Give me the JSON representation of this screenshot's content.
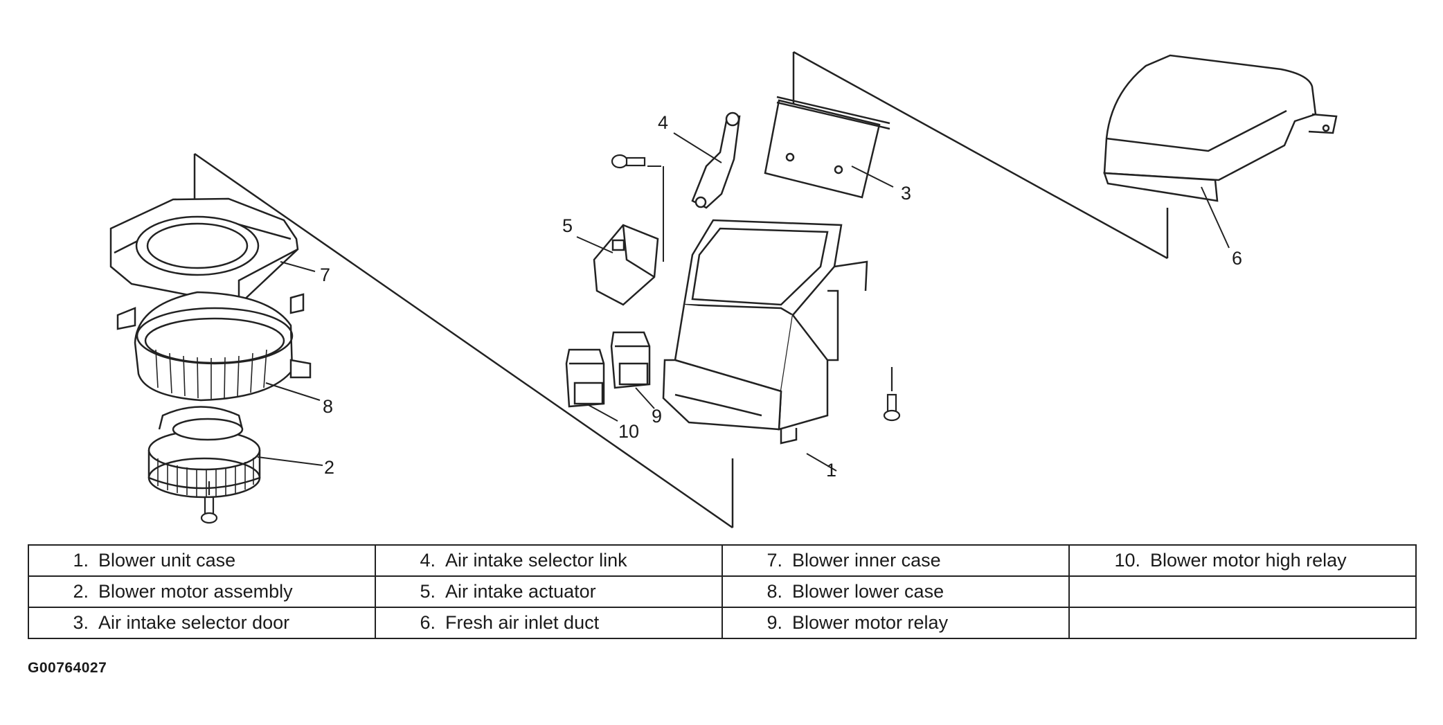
{
  "callouts": {
    "c1": "1",
    "c2": "2",
    "c3": "3",
    "c4": "4",
    "c5": "5",
    "c6": "6",
    "c7": "7",
    "c8": "8",
    "c9": "9",
    "c10": "10"
  },
  "legend": {
    "rows": [
      [
        {
          "num": "1.",
          "label": "Blower unit case"
        },
        {
          "num": "4.",
          "label": "Air intake selector link"
        },
        {
          "num": "7.",
          "label": "Blower inner case"
        },
        {
          "num": "10.",
          "label": "Blower motor high relay"
        }
      ],
      [
        {
          "num": "2.",
          "label": "Blower motor assembly"
        },
        {
          "num": "5.",
          "label": "Air intake actuator"
        },
        {
          "num": "8.",
          "label": "Blower lower case"
        },
        {
          "num": "",
          "label": ""
        }
      ],
      [
        {
          "num": "3.",
          "label": "Air intake selector door"
        },
        {
          "num": "6.",
          "label": "Fresh air inlet duct"
        },
        {
          "num": "9.",
          "label": "Blower motor relay"
        },
        {
          "num": "",
          "label": ""
        }
      ]
    ]
  },
  "figure_id": "G00764027"
}
